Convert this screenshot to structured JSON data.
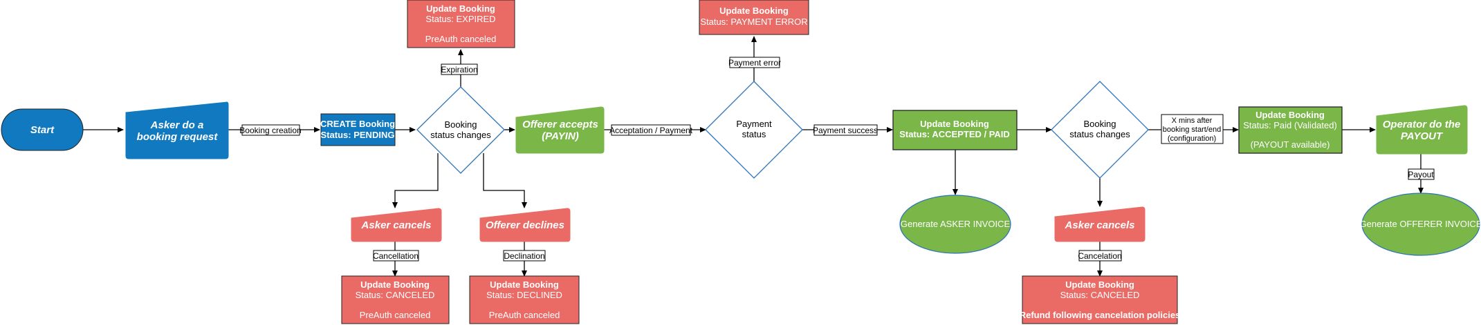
{
  "nodes": {
    "start": "Start",
    "asker_request": [
      "Asker do a",
      "booking request"
    ],
    "create_pending": [
      "CREATE Booking",
      "Status: PENDING"
    ],
    "status_changes_1": [
      "Booking",
      "status changes"
    ],
    "expired": [
      "Update Booking",
      "Status: EXPIRED",
      "PreAuth canceled"
    ],
    "offerer_accepts": [
      "Offerer accepts",
      "(PAYIN)"
    ],
    "asker_cancels_1": "Asker cancels",
    "offerer_declines": "Offerer declines",
    "canceled_1": [
      "Update Booking",
      "Status: CANCELED",
      "PreAuth canceled"
    ],
    "declined": [
      "Update Booking",
      "Status: DECLINED",
      "PreAuth canceled"
    ],
    "payment_status": [
      "Payment",
      "status"
    ],
    "payment_error": [
      "Update Booking",
      "Status: PAYMENT ERROR"
    ],
    "accepted_paid": [
      "Update Booking",
      "Status: ACCEPTED / PAID"
    ],
    "asker_invoice": "Generate ASKER INVOICE",
    "status_changes_2": [
      "Booking",
      "status changes"
    ],
    "asker_cancels_2": "Asker cancels",
    "canceled_2": [
      "Update Booking",
      "Status: CANCELED",
      "Refund following cancelation policies"
    ],
    "paid_validated": [
      "Update Booking",
      "Status: Paid (Validated)",
      "(PAYOUT available)"
    ],
    "operator_payout": [
      "Operator do the",
      "PAYOUT"
    ],
    "offerer_invoice": "Generate OFFERER INVOICE"
  },
  "edge_labels": {
    "booking_creation": "Booking creation",
    "expiration": "Expiration",
    "acceptation_payment": "Acceptation / Payment",
    "cancellation": "Cancellation",
    "declination": "Declination",
    "payment_error": "Payment error",
    "payment_success": "Payment success",
    "cancelation": "Cancelation",
    "x_mins": [
      "X mins after",
      "booking start/end",
      "(configuration)"
    ],
    "payout": "Payout"
  },
  "colors": {
    "blue": "#1079bf",
    "green": "#7ab648",
    "red": "#ea6b66",
    "node_stroke": "#222222",
    "diamond_stroke": "#2a73b8"
  }
}
